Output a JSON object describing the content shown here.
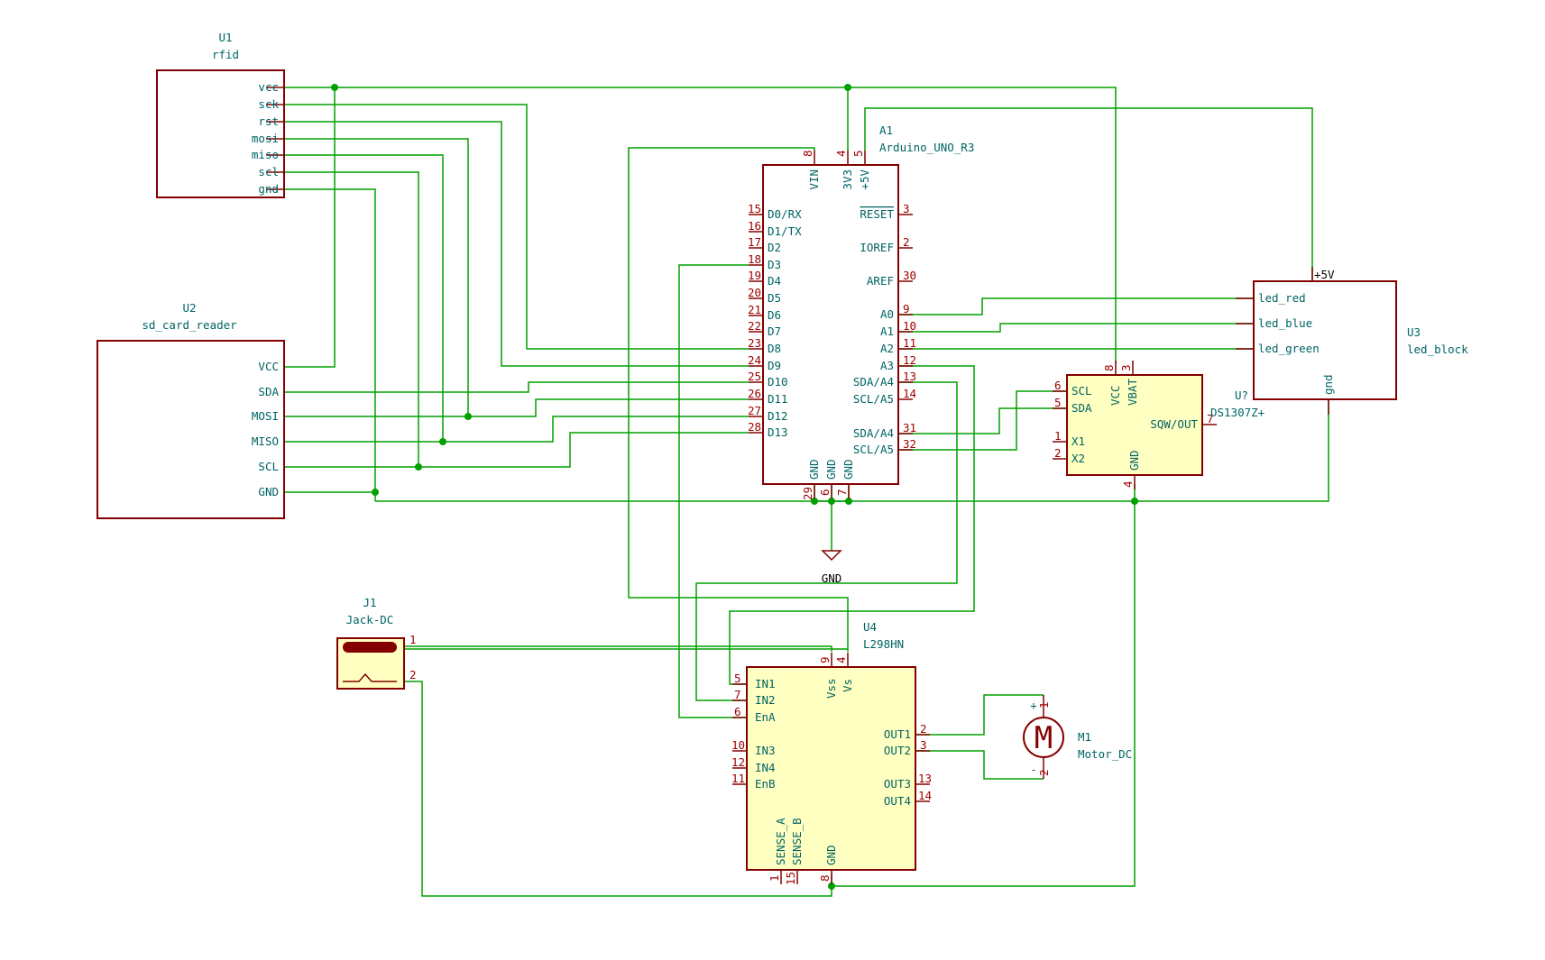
{
  "components": {
    "u1": {
      "ref": "U1",
      "value": "rfid",
      "pins": [
        "vcc",
        "sck",
        "rst",
        "mosi",
        "miso",
        "scl",
        "gnd"
      ]
    },
    "u2": {
      "ref": "U2",
      "value": "sd_card_reader",
      "pins": [
        "VCC",
        "SDA",
        "MOSI",
        "MISO",
        "SCL",
        "GND"
      ]
    },
    "a1": {
      "ref": "A1",
      "value": "Arduino_UNO_R3",
      "top_pins": [
        {
          "name": "VIN",
          "num": "8"
        },
        {
          "name": "3V3",
          "num": "4"
        },
        {
          "name": "+5V",
          "num": "5"
        }
      ],
      "left_pins": [
        {
          "name": "D0/RX",
          "num": "15"
        },
        {
          "name": "D1/TX",
          "num": "16"
        },
        {
          "name": "D2",
          "num": "17"
        },
        {
          "name": "D3",
          "num": "18"
        },
        {
          "name": "D4",
          "num": "19"
        },
        {
          "name": "D5",
          "num": "20"
        },
        {
          "name": "D6",
          "num": "21"
        },
        {
          "name": "D7",
          "num": "22"
        },
        {
          "name": "D8",
          "num": "23"
        },
        {
          "name": "D9",
          "num": "24"
        },
        {
          "name": "D10",
          "num": "25"
        },
        {
          "name": "D11",
          "num": "26"
        },
        {
          "name": "D12",
          "num": "27"
        },
        {
          "name": "D13",
          "num": "28"
        }
      ],
      "right_pins": [
        {
          "name": "RESET",
          "num": "3"
        },
        {
          "name": "IOREF",
          "num": "2"
        },
        {
          "name": "AREF",
          "num": "30"
        },
        {
          "name": "A0",
          "num": "9"
        },
        {
          "name": "A1",
          "num": "10"
        },
        {
          "name": "A2",
          "num": "11"
        },
        {
          "name": "A3",
          "num": "12"
        },
        {
          "name": "SDA/A4",
          "num": "13"
        },
        {
          "name": "SCL/A5",
          "num": "14"
        },
        {
          "name": "SDA/A4",
          "num": "31"
        },
        {
          "name": "SCL/A5",
          "num": "32"
        }
      ],
      "bottom_pins": [
        {
          "name": "GND",
          "num": "29"
        },
        {
          "name": "GND",
          "num": "6"
        },
        {
          "name": "GND",
          "num": "7"
        }
      ]
    },
    "u3": {
      "ref": "U3",
      "value": "led_block",
      "pins": [
        "led_red",
        "led_blue",
        "led_green",
        "gnd"
      ],
      "power_label": "+5V"
    },
    "rtc": {
      "ref": "U?",
      "value": "DS1307Z+",
      "left_pins": [
        {
          "name": "SCL",
          "num": "6"
        },
        {
          "name": "SDA",
          "num": "5"
        },
        {
          "name": "X1",
          "num": "1"
        },
        {
          "name": "X2",
          "num": "2"
        }
      ],
      "top_pins": [
        {
          "name": "VCC",
          "num": "8"
        },
        {
          "name": "VBAT",
          "num": "3"
        }
      ],
      "right_pins": [
        {
          "name": "SQW/OUT",
          "num": "7"
        }
      ],
      "bottom_pins": [
        {
          "name": "GND",
          "num": "4"
        }
      ]
    },
    "u4": {
      "ref": "U4",
      "value": "L298HN",
      "left_pins": [
        {
          "name": "IN1",
          "num": "5"
        },
        {
          "name": "IN2",
          "num": "7"
        },
        {
          "name": "EnA",
          "num": "6"
        },
        {
          "name": "IN3",
          "num": "10"
        },
        {
          "name": "IN4",
          "num": "12"
        },
        {
          "name": "EnB",
          "num": "11"
        }
      ],
      "top_pins": [
        {
          "name": "Vss",
          "num": "9"
        },
        {
          "name": "Vs",
          "num": "4"
        }
      ],
      "right_pins": [
        {
          "name": "OUT1",
          "num": "2"
        },
        {
          "name": "OUT2",
          "num": "3"
        },
        {
          "name": "OUT3",
          "num": "13"
        },
        {
          "name": "OUT4",
          "num": "14"
        }
      ],
      "bottom_pins": [
        {
          "name": "SENSE_A",
          "num": "1"
        },
        {
          "name": "SENSE_B",
          "num": "15"
        },
        {
          "name": "GND",
          "num": "8"
        }
      ]
    },
    "j1": {
      "ref": "J1",
      "value": "Jack-DC",
      "pins": [
        "1",
        "2"
      ]
    },
    "m1": {
      "ref": "M1",
      "value": "Motor_DC",
      "symbol": "M",
      "pins": [
        "1",
        "2"
      ],
      "plus": "+",
      "minus": "-"
    },
    "gnd_symbol": {
      "label": "GND"
    }
  }
}
